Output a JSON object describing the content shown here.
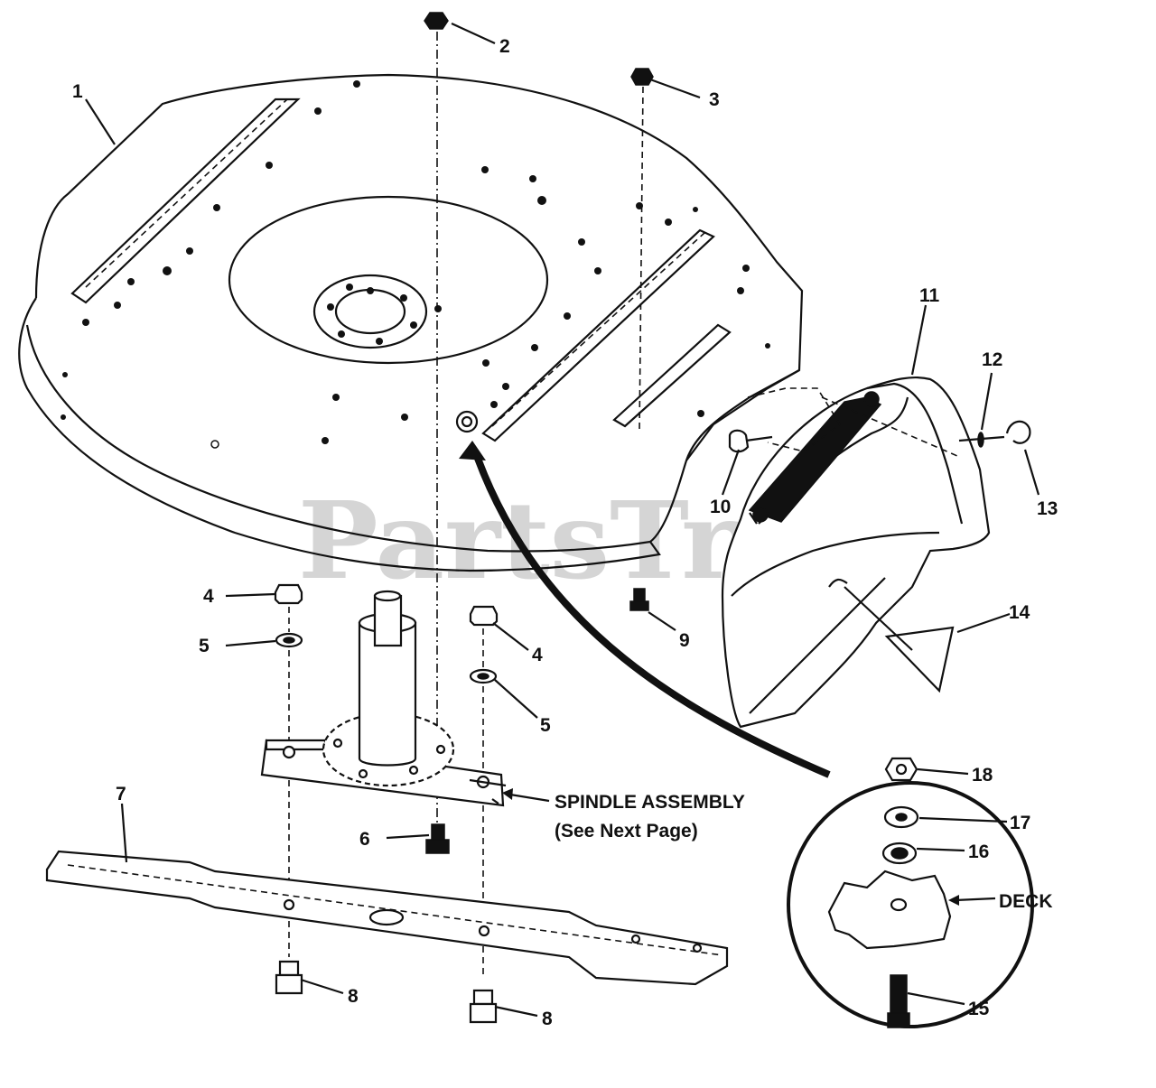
{
  "watermark": "PartsTree",
  "callouts": {
    "c1": "1",
    "c2": "2",
    "c3": "3",
    "c4a": "4",
    "c4b": "4",
    "c5a": "5",
    "c5b": "5",
    "c6": "6",
    "c7": "7",
    "c8a": "8",
    "c8b": "8",
    "c9": "9",
    "c10": "10",
    "c11": "11",
    "c12": "12",
    "c13": "13",
    "c14": "14",
    "c15": "15",
    "c16": "16",
    "c17": "17",
    "c18": "18"
  },
  "spindle_assembly": {
    "line1": "SPINDLE ASSEMBLY",
    "line2": "(See Next Page)"
  },
  "detail": {
    "deck_label": "DECK"
  }
}
